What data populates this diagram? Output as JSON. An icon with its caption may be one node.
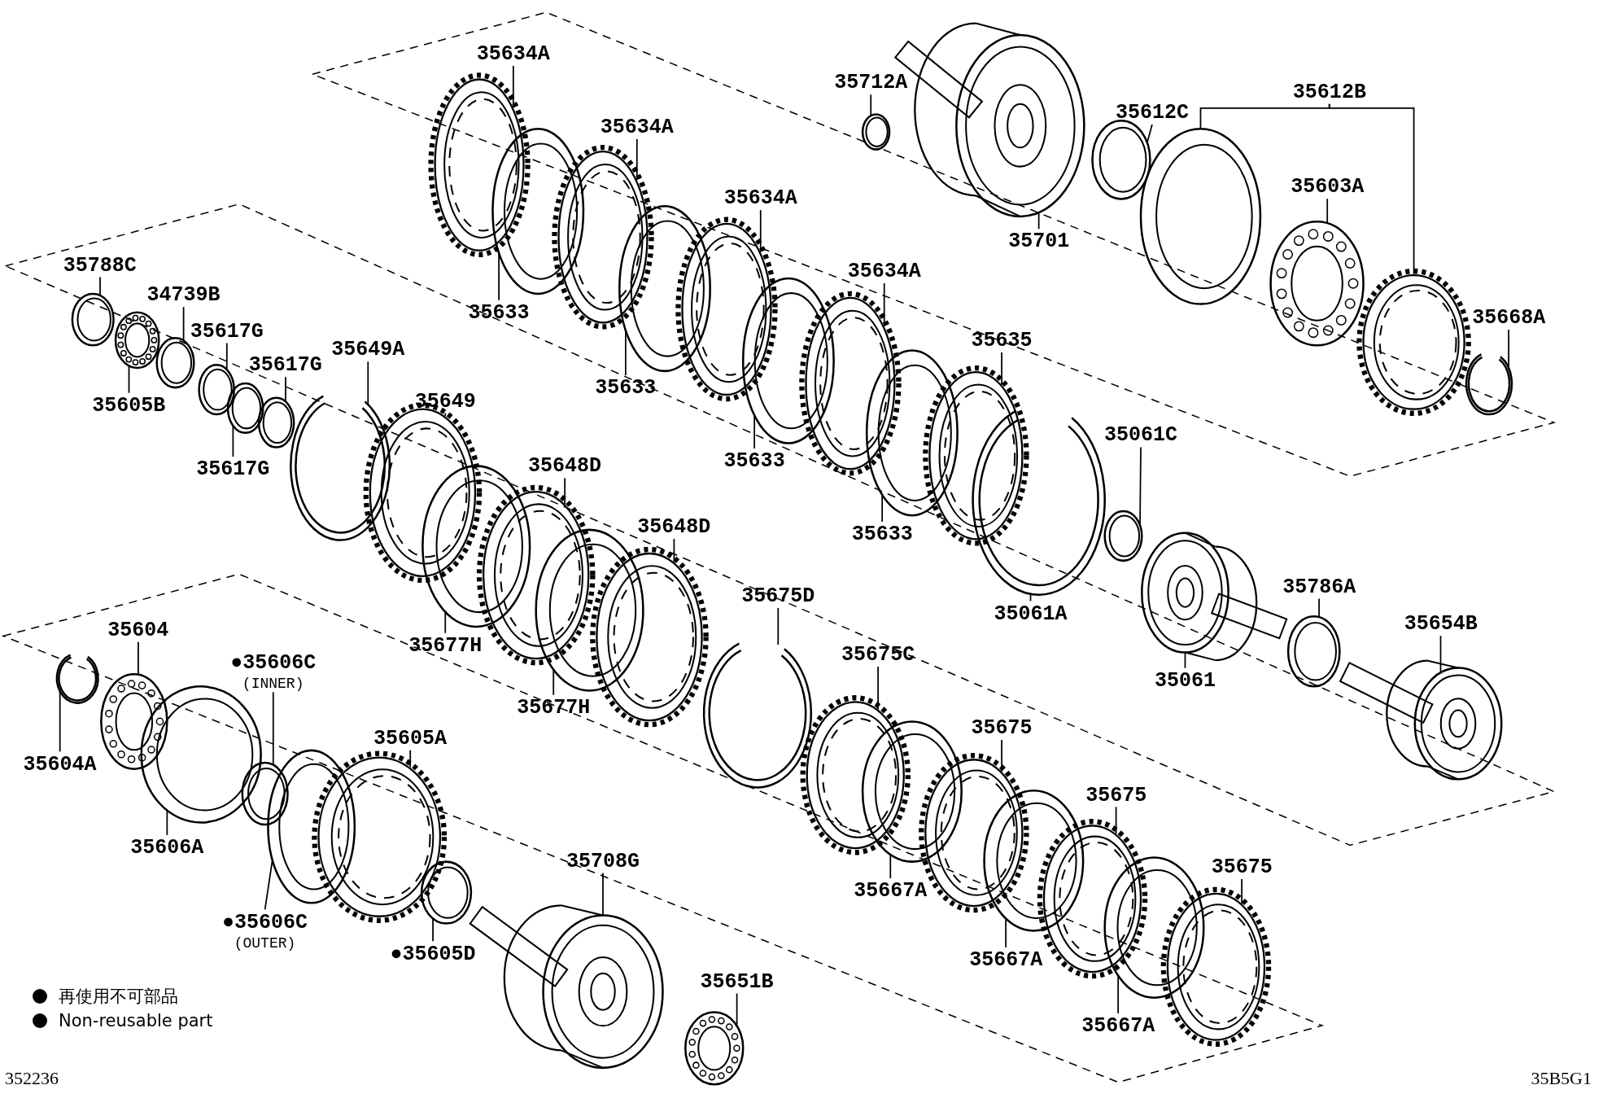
{
  "diagram": {
    "nodes": [
      {
        "text": [
          "35712A"
        ]
      },
      {
        "text": [],
        "shape": "ring"
      },
      {
        "text": [
          "35701"
        ]
      },
      {
        "text": [],
        "shape": "drum"
      },
      {
        "text": [
          "35612C"
        ]
      },
      {
        "text": [],
        "shape": "ring"
      },
      {
        "text": [
          "35612B"
        ]
      },
      {
        "text": [],
        "shape": "ring"
      },
      {
        "text": [],
        "shape": "gear"
      },
      {
        "text": [
          "35603A"
        ]
      },
      {
        "text": [],
        "shape": "spring"
      },
      {
        "text": [
          "35668A"
        ]
      },
      {
        "text": [],
        "shape": "clip"
      },
      {
        "text": [
          "35634A"
        ]
      },
      {
        "text": [],
        "shape": "gear"
      },
      {
        "text": [
          "35633"
        ]
      },
      {
        "text": [],
        "shape": "ring"
      },
      {
        "text": [
          "35634A"
        ]
      },
      {
        "text": [],
        "shape": "gear"
      },
      {
        "text": [
          "35633"
        ]
      },
      {
        "text": [],
        "shape": "ring"
      },
      {
        "text": [
          "35634A"
        ]
      },
      {
        "text": [],
        "shape": "gear"
      },
      {
        "text": [
          "35633"
        ]
      },
      {
        "text": [],
        "shape": "ring"
      },
      {
        "text": [
          "35634A"
        ]
      },
      {
        "text": [],
        "shape": "gear"
      },
      {
        "text": [
          "35633"
        ]
      },
      {
        "text": [],
        "shape": "ring"
      },
      {
        "text": [
          "35635"
        ]
      },
      {
        "text": [],
        "shape": "gear"
      },
      {
        "text": [
          "35061C"
        ]
      },
      {
        "text": [],
        "shape": "ring"
      },
      {
        "text": [
          "35061A"
        ]
      },
      {
        "text": [],
        "shape": "clip"
      },
      {
        "text": [
          "35061"
        ]
      },
      {
        "text": [],
        "shape": "drum"
      },
      {
        "text": [
          "35786A"
        ]
      },
      {
        "text": [],
        "shape": "ring"
      },
      {
        "text": [
          "35654B"
        ]
      },
      {
        "text": [],
        "shape": "drum"
      },
      {
        "text": [
          "35788C"
        ]
      },
      {
        "text": [],
        "shape": "ring"
      },
      {
        "text": [
          "34739B"
        ]
      },
      {
        "text": [],
        "shape": "ring"
      },
      {
        "text": [
          "35605B"
        ]
      },
      {
        "text": [],
        "shape": "spring"
      },
      {
        "text": [
          "35617G"
        ]
      },
      {
        "text": [],
        "shape": "ring"
      },
      {
        "text": [
          "35617G"
        ]
      },
      {
        "text": [],
        "shape": "ring"
      },
      {
        "text": [
          "35617G"
        ]
      },
      {
        "text": [],
        "shape": "ring"
      },
      {
        "text": [
          "35649A"
        ]
      },
      {
        "text": [],
        "shape": "clip"
      },
      {
        "text": [
          "35649"
        ]
      },
      {
        "text": [],
        "shape": "gear"
      },
      {
        "text": [
          "35648D"
        ]
      },
      {
        "text": [],
        "shape": "gear"
      },
      {
        "text": [
          "35677H"
        ]
      },
      {
        "text": [],
        "shape": "ring"
      },
      {
        "text": [
          "35648D"
        ]
      },
      {
        "text": [],
        "shape": "gear"
      },
      {
        "text": [
          "35677H"
        ]
      },
      {
        "text": [],
        "shape": "ring"
      },
      {
        "text": [
          "35675D"
        ]
      },
      {
        "text": [],
        "shape": "clip"
      },
      {
        "text": [
          "35675C"
        ]
      },
      {
        "text": [],
        "shape": "gear"
      },
      {
        "text": [
          "35667A"
        ]
      },
      {
        "text": [],
        "shape": "ring"
      },
      {
        "text": [
          "35675"
        ]
      },
      {
        "text": [],
        "shape": "gear"
      },
      {
        "text": [
          "35667A"
        ]
      },
      {
        "text": [],
        "shape": "ring"
      },
      {
        "text": [
          "35675"
        ]
      },
      {
        "text": [],
        "shape": "gear"
      },
      {
        "text": [
          "35667A"
        ]
      },
      {
        "text": [],
        "shape": "ring"
      },
      {
        "text": [
          "35675"
        ]
      },
      {
        "text": [],
        "shape": "gear"
      },
      {
        "text": [
          "35604"
        ]
      },
      {
        "text": [],
        "shape": "spring"
      },
      {
        "text": [
          "35604A"
        ]
      },
      {
        "text": [],
        "shape": "clip"
      },
      {
        "text": [
          "●35606C",
          "(INNER)"
        ]
      },
      {
        "text": [],
        "shape": "ring"
      },
      {
        "text": [
          "35606A"
        ]
      },
      {
        "text": [],
        "shape": "ring"
      },
      {
        "text": [
          "35605A"
        ]
      },
      {
        "text": [],
        "shape": "gear"
      },
      {
        "text": [
          "●35606C",
          "(OUTER)"
        ]
      },
      {
        "text": [],
        "shape": "ring"
      },
      {
        "text": [
          "●35605D"
        ]
      },
      {
        "text": [],
        "shape": "ring"
      },
      {
        "text": [
          "35708G"
        ]
      },
      {
        "text": [],
        "shape": "drum"
      },
      {
        "text": [
          "35651B"
        ]
      },
      {
        "text": [],
        "shape": "spring"
      }
    ],
    "edges": [
      {
        "from": 0,
        "to": 1,
        "arrow": "none"
      },
      {
        "from": 2,
        "to": 3,
        "arrow": "none"
      },
      {
        "from": 4,
        "to": 5,
        "arrow": "none"
      },
      {
        "from": 6,
        "to": 7,
        "arrow": "none"
      },
      {
        "from": 6,
        "to": 8,
        "arrow": "none"
      },
      {
        "from": 9,
        "to": 10,
        "arrow": "none"
      },
      {
        "from": 11,
        "to": 12,
        "arrow": "none"
      },
      {
        "from": 13,
        "to": 14,
        "arrow": "none"
      },
      {
        "from": 15,
        "to": 16,
        "arrow": "none"
      },
      {
        "from": 17,
        "to": 18,
        "arrow": "none"
      },
      {
        "from": 19,
        "to": 20,
        "arrow": "none"
      },
      {
        "from": 21,
        "to": 22,
        "arrow": "none"
      },
      {
        "from": 23,
        "to": 24,
        "arrow": "none"
      },
      {
        "from": 25,
        "to": 26,
        "arrow": "none"
      },
      {
        "from": 27,
        "to": 28,
        "arrow": "none"
      },
      {
        "from": 29,
        "to": 30,
        "arrow": "none"
      },
      {
        "from": 31,
        "to": 32,
        "arrow": "none"
      },
      {
        "from": 33,
        "to": 34,
        "arrow": "none"
      },
      {
        "from": 35,
        "to": 36,
        "arrow": "none"
      },
      {
        "from": 37,
        "to": 38,
        "arrow": "none"
      },
      {
        "from": 39,
        "to": 40,
        "arrow": "none"
      },
      {
        "from": 41,
        "to": 42,
        "arrow": "none"
      },
      {
        "from": 43,
        "to": 44,
        "arrow": "none"
      },
      {
        "from": 45,
        "to": 46,
        "arrow": "none"
      },
      {
        "from": 47,
        "to": 48,
        "arrow": "none"
      },
      {
        "from": 49,
        "to": 50,
        "arrow": "none"
      },
      {
        "from": 51,
        "to": 52,
        "arrow": "none"
      },
      {
        "from": 53,
        "to": 54,
        "arrow": "none"
      },
      {
        "from": 55,
        "to": 56,
        "arrow": "none"
      },
      {
        "from": 57,
        "to": 58,
        "arrow": "none"
      },
      {
        "from": 59,
        "to": 60,
        "arrow": "none"
      },
      {
        "from": 61,
        "to": 62,
        "arrow": "none"
      },
      {
        "from": 63,
        "to": 64,
        "arrow": "none"
      },
      {
        "from": 65,
        "to": 66,
        "arrow": "none"
      },
      {
        "from": 67,
        "to": 68,
        "arrow": "none"
      },
      {
        "from": 69,
        "to": 70,
        "arrow": "none"
      },
      {
        "from": 71,
        "to": 72,
        "arrow": "none"
      },
      {
        "from": 73,
        "to": 74,
        "arrow": "none"
      },
      {
        "from": 75,
        "to": 76,
        "arrow": "none"
      },
      {
        "from": 77,
        "to": 78,
        "arrow": "none"
      },
      {
        "from": 79,
        "to": 80,
        "arrow": "none"
      },
      {
        "from": 81,
        "to": 82,
        "arrow": "none"
      },
      {
        "from": 83,
        "to": 84,
        "arrow": "none"
      },
      {
        "from": 85,
        "to": 86,
        "arrow": "none"
      },
      {
        "from": 87,
        "to": 88,
        "arrow": "none"
      },
      {
        "from": 89,
        "to": 90,
        "arrow": "none"
      },
      {
        "from": 91,
        "to": 92,
        "arrow": "none"
      },
      {
        "from": 93,
        "to": 94,
        "arrow": "none"
      },
      {
        "from": 95,
        "to": 96,
        "arrow": "none"
      },
      {
        "from": 97,
        "to": 98,
        "arrow": "none"
      }
    ],
    "labels": [
      "352236",
      "35B5G1"
    ],
    "legend": [
      {
        "text": "再使用不可部品"
      },
      {
        "text": "Non-reusable part"
      }
    ]
  }
}
